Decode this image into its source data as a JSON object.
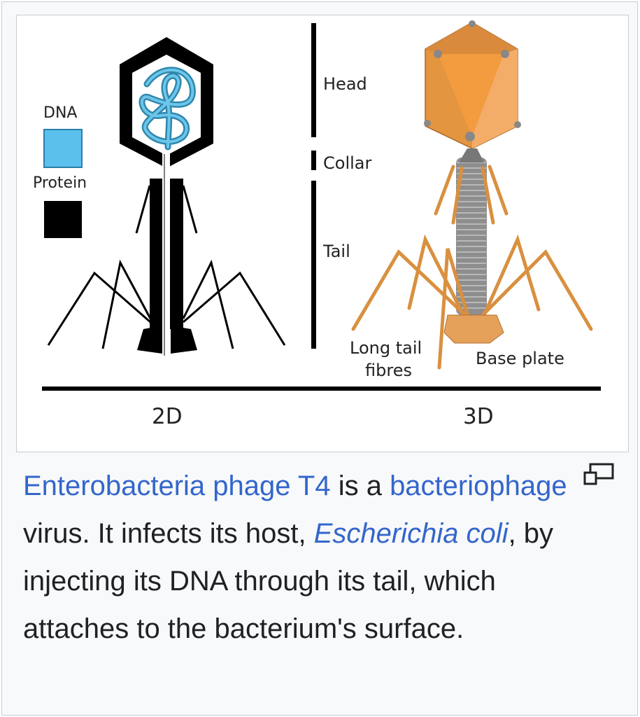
{
  "diagram": {
    "legend": [
      {
        "label": "DNA",
        "color": "#5bc0eb"
      },
      {
        "label": "Protein",
        "color": "#000000"
      }
    ],
    "parts": {
      "head": "Head",
      "collar": "Collar",
      "tail": "Tail",
      "long_tail_fibres_1": "Long tail",
      "long_tail_fibres_2": "fibres",
      "base_plate": "Base plate"
    },
    "views": {
      "left": "2D",
      "right": "3D"
    },
    "colors": {
      "capsid": "#f0a050",
      "tail3d": "#8a8a8a",
      "fibre": "#d9903f"
    }
  },
  "caption": {
    "link1": "Enterobacteria phage T4",
    "text1": " is a ",
    "link2": "bacteriophage",
    "text2": " virus. It infects its host, ",
    "link3": "Escherichia coli",
    "text3": ", by injecting its DNA through its tail, which attaches to the bacterium's surface."
  },
  "enlarge_icon": "enlarge-icon"
}
